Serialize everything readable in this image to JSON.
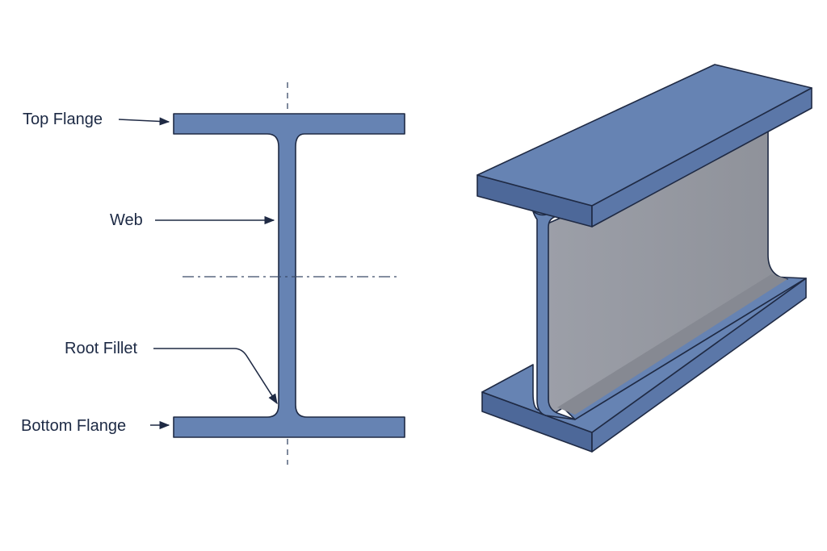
{
  "diagram": {
    "labels": {
      "top_flange": "Top Flange",
      "web": "Web",
      "root_fillet": "Root Fillet",
      "bottom_flange": "Bottom Flange"
    }
  },
  "colors": {
    "steel_blue": "#6683b3",
    "steel_blue_dark": "#4d6899",
    "web_grey": "#a2a5ad",
    "web_grey_dark": "#8d9099",
    "outline": "#1f2a44",
    "label_text": "#1c2944",
    "axis_line": "#3a4a68"
  }
}
